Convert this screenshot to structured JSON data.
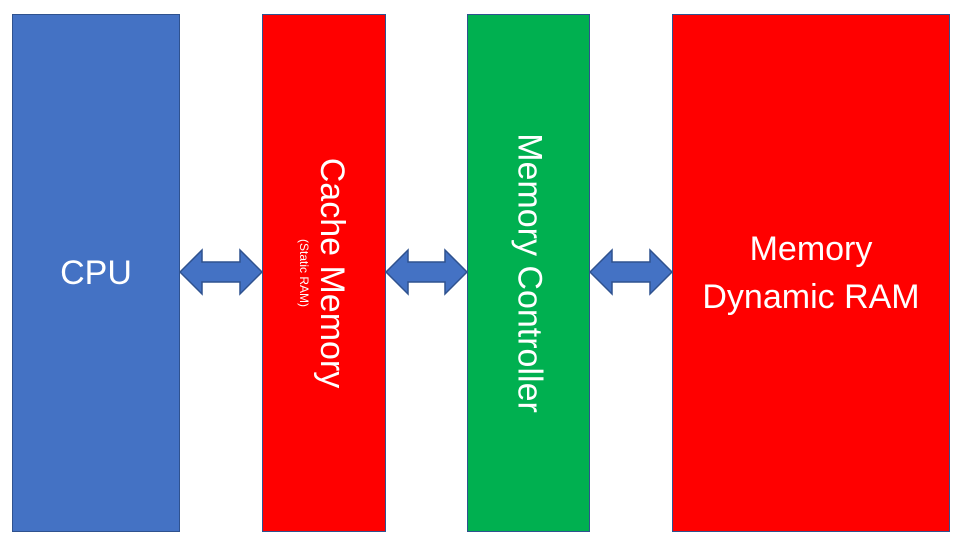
{
  "blocks": {
    "cpu": {
      "label": "CPU",
      "color": "#4472c4"
    },
    "cache": {
      "label": "Cache Memory",
      "sublabel": "(Static RAM)",
      "color": "#ff0000"
    },
    "memory_controller": {
      "label": "Memory Controller",
      "color": "#00b050"
    },
    "dram": {
      "label_line1": "Memory",
      "label_line2": "Dynamic RAM",
      "color": "#ff0000"
    }
  },
  "arrows": {
    "fill_color": "#4472c4",
    "stroke_color": "#2f528f",
    "type": "bidirectional",
    "connections": [
      "cpu-cache",
      "cache-memory-controller",
      "memory-controller-dram"
    ]
  }
}
